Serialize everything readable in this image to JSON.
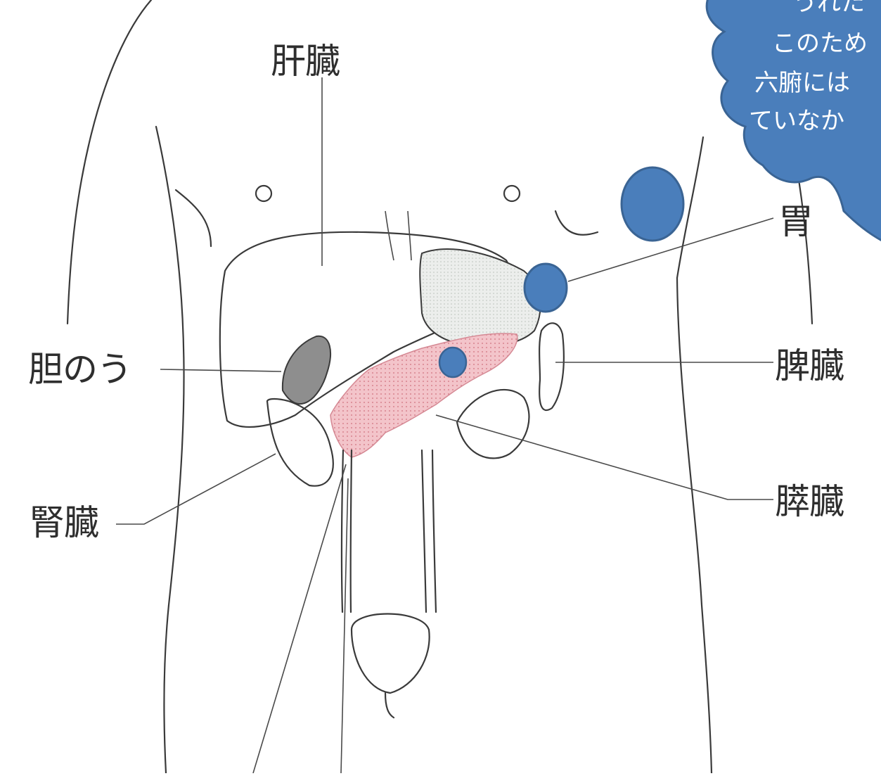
{
  "labels": {
    "liver": "肝臓",
    "gallbladder": "胆のう",
    "kidney": "腎臓",
    "stomach": "胃",
    "spleen": "脾臓",
    "pancreas": "膵臓"
  },
  "callout": {
    "lines": [
      "うれた",
      "このため",
      "六腑には",
      "ていなか"
    ]
  },
  "colors": {
    "callout": "#4a7ebb",
    "callout_border": "#3a6494",
    "marker": "#4a7ebb",
    "pancreas": "#f1b9c0",
    "stomach_shade": "#e9ece9",
    "ink": "#2e2e2e"
  }
}
